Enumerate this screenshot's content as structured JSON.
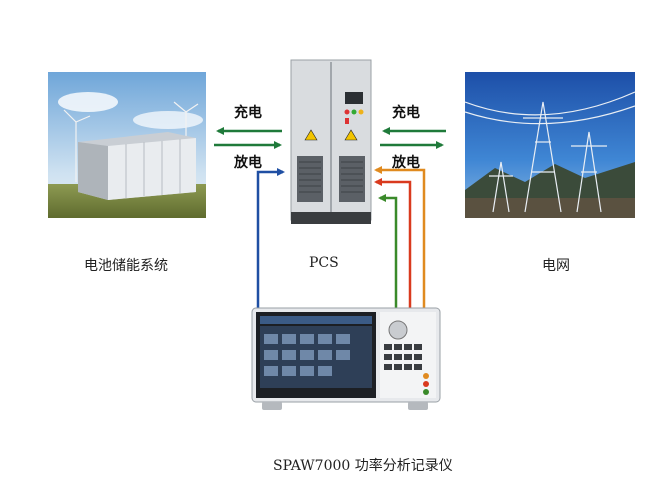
{
  "labels": {
    "battery": "电池储能系统",
    "pcs": "PCS",
    "grid": "电网",
    "analyzer": "SPAW7000 功率分析记录仪"
  },
  "flows": {
    "left_charge": "充电",
    "left_discharge": "放电",
    "right_charge": "充电",
    "right_discharge": "放电"
  },
  "colors": {
    "arrow_green": "#1f7a3a",
    "wire_blue": "#1f4fa3",
    "wire_red": "#d93a1e",
    "wire_orange": "#e08a1f",
    "wire_green": "#3a8a2a"
  }
}
